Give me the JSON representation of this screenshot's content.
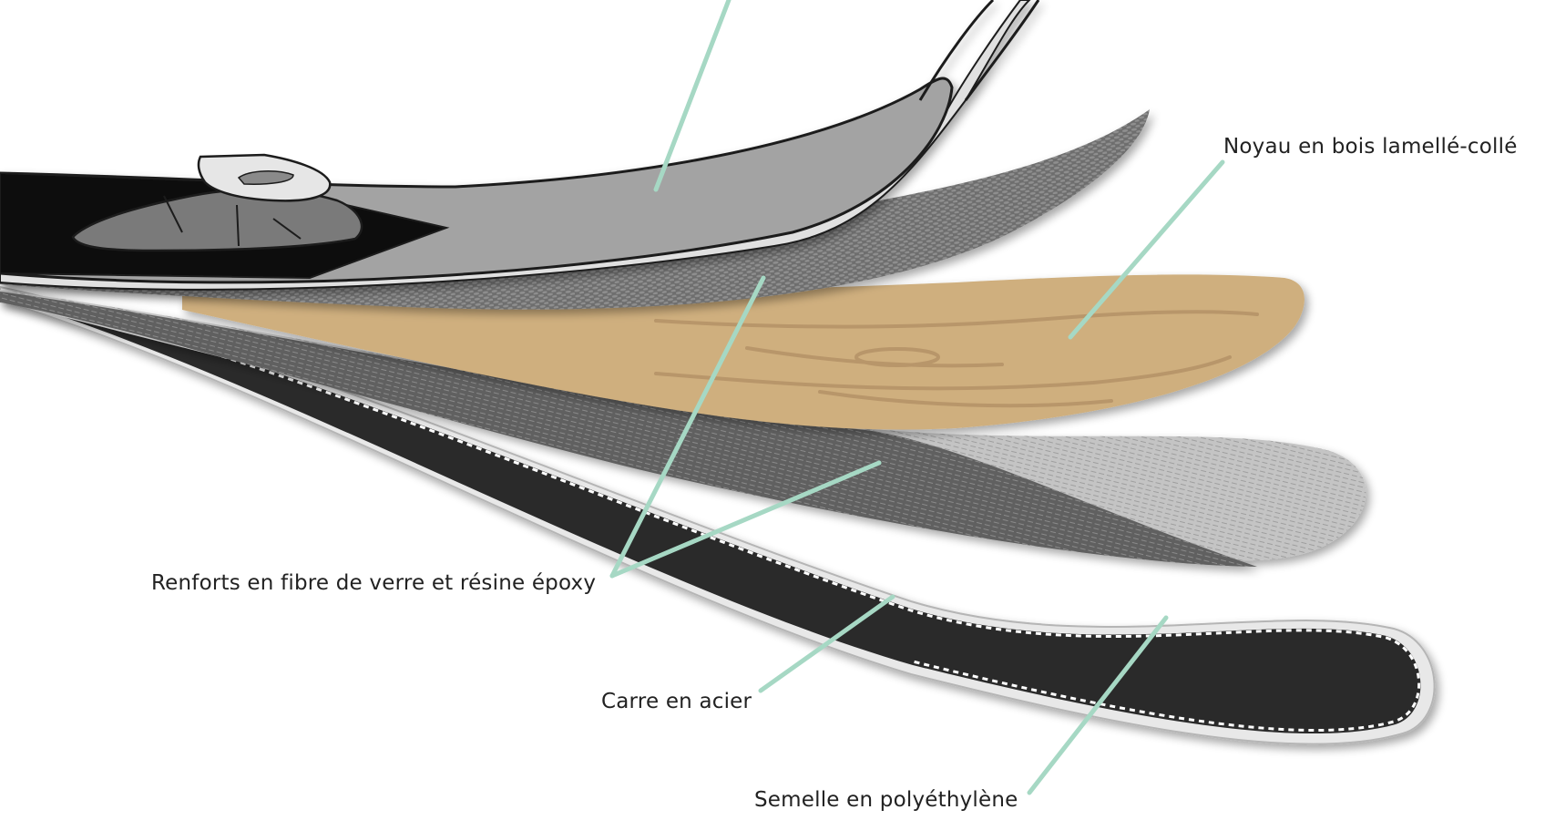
{
  "labels": {
    "core": "Noyau en bois lamellé-collé",
    "reinforcement": "Renforts en fibre de verre et résine époxy",
    "edge": "Carre en acier",
    "base": "Semelle en polyéthylène"
  },
  "colors": {
    "leader_line": "#a6d8c4",
    "topsheet": "#a3a3a3",
    "topsheet_outline": "#1c1c1c",
    "binding_dark": "#0a0a0a",
    "binding_grey": "#7a7a7a",
    "fiber_dark": "#6a6a6a",
    "wood": "#cfaf7e",
    "wood_grain": "#b8966a",
    "fiber_light": "#bdbdbd",
    "fiber_mid": "#5e5e5e",
    "base": "#2b2b2b",
    "edge": "#e6e6e6"
  }
}
